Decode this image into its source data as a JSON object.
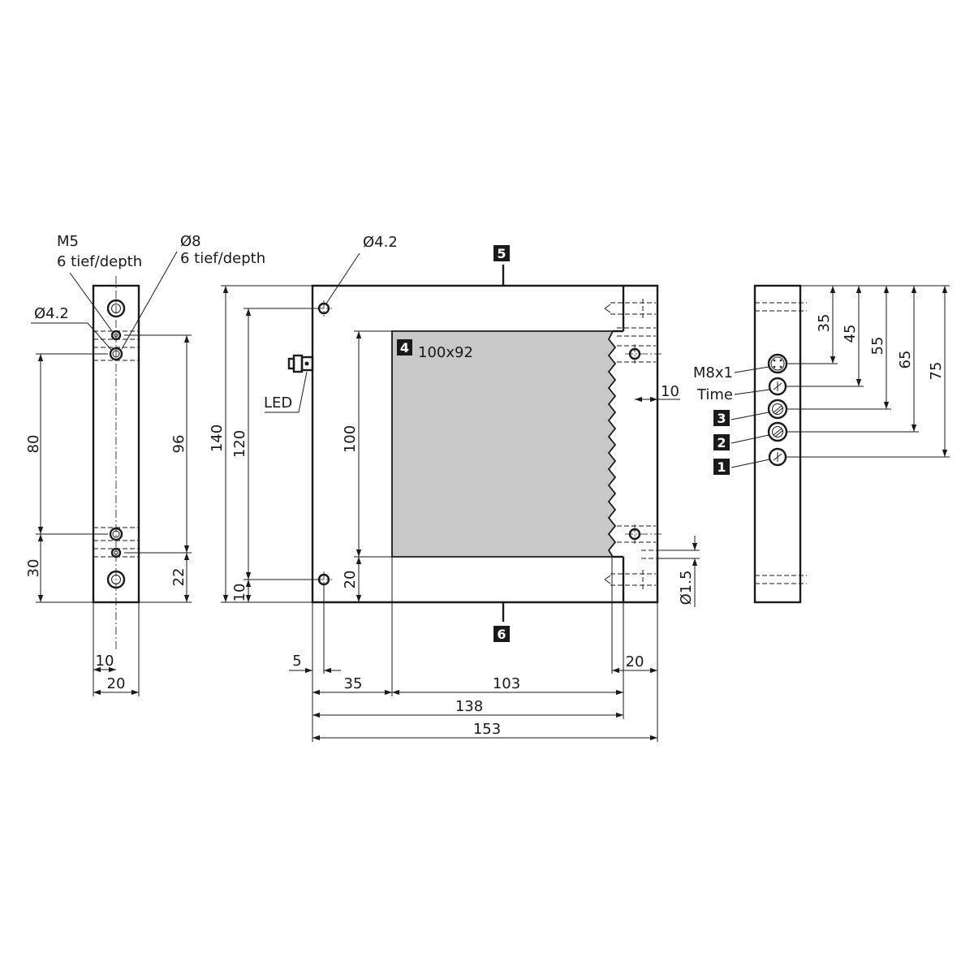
{
  "left_view": {
    "m5_label": "M5",
    "m5_depth": "6 tief/depth",
    "d8_label": "Ø8",
    "d8_depth": "6 tief/depth",
    "d42_label": "Ø4.2",
    "dim_80": "80",
    "dim_30": "30",
    "dim_96": "96",
    "dim_22": "22",
    "dim_10": "10",
    "dim_20": "20"
  },
  "front_view": {
    "d42_label": "Ø4.2",
    "marker_5": "5",
    "marker_6": "6",
    "marker_4": "4",
    "window_size": "100x92",
    "led_label": "LED",
    "dim_140": "140",
    "dim_120": "120",
    "dim_100": "100",
    "dim_20_v": "20",
    "dim_10_v": "10",
    "dim_10_h": "10",
    "dim_d15": "Ø1.5",
    "dim_5": "5",
    "dim_35": "35",
    "dim_103": "103",
    "dim_20_h": "20",
    "dim_138": "138",
    "dim_153": "153"
  },
  "right_view": {
    "m8_label": "M8x1",
    "time_label": "Time",
    "marker_3": "3",
    "marker_2": "2",
    "marker_1": "1",
    "dim_35": "35",
    "dim_45": "45",
    "dim_55": "55",
    "dim_65": "65",
    "dim_75": "75"
  },
  "colors": {
    "window_fill": "#c8c8c8",
    "marker_fill": "#1a1a1a"
  }
}
